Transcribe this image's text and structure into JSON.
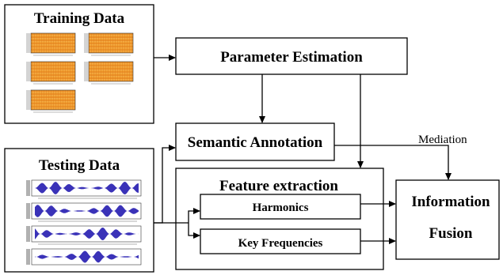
{
  "boxes": {
    "training": "Training Data",
    "testing": "Testing Data",
    "parameter_estimation": "Parameter Estimation",
    "semantic_annotation": "Semantic Annotation",
    "feature_extraction": "Feature extraction",
    "harmonics": "Harmonics",
    "key_frequencies": "Key Frequencies",
    "information_line1": "Information",
    "information_line2": "Fusion"
  },
  "labels": {
    "mediation": "Mediation"
  },
  "colors": {
    "spectrogram": "#f0a030",
    "waveform": "#3a32b8"
  }
}
